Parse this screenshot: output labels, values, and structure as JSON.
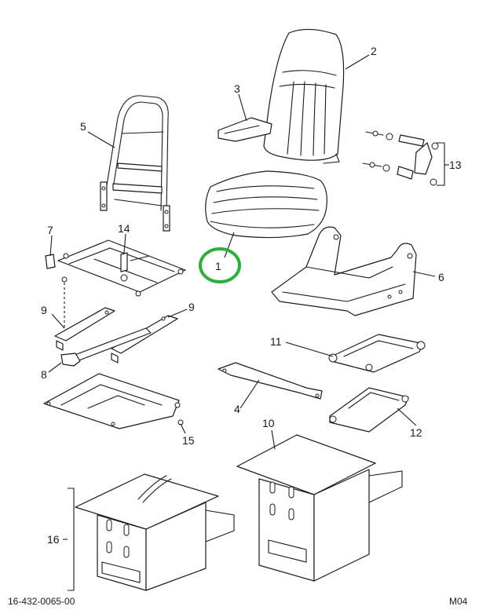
{
  "accent_color": "#2fae3c",
  "callouts": {
    "c1": "1",
    "c2": "2",
    "c3": "3",
    "c4": "4",
    "c5": "5",
    "c6": "6",
    "c7": "7",
    "c8": "8",
    "c9a": "9",
    "c9b": "9",
    "c10": "10",
    "c11": "11",
    "c12": "12",
    "c13": "13",
    "c14": "14",
    "c15": "15",
    "c16": "16"
  },
  "footer": {
    "document_number": "16-432-0065-00",
    "sheet_code": "M04"
  }
}
